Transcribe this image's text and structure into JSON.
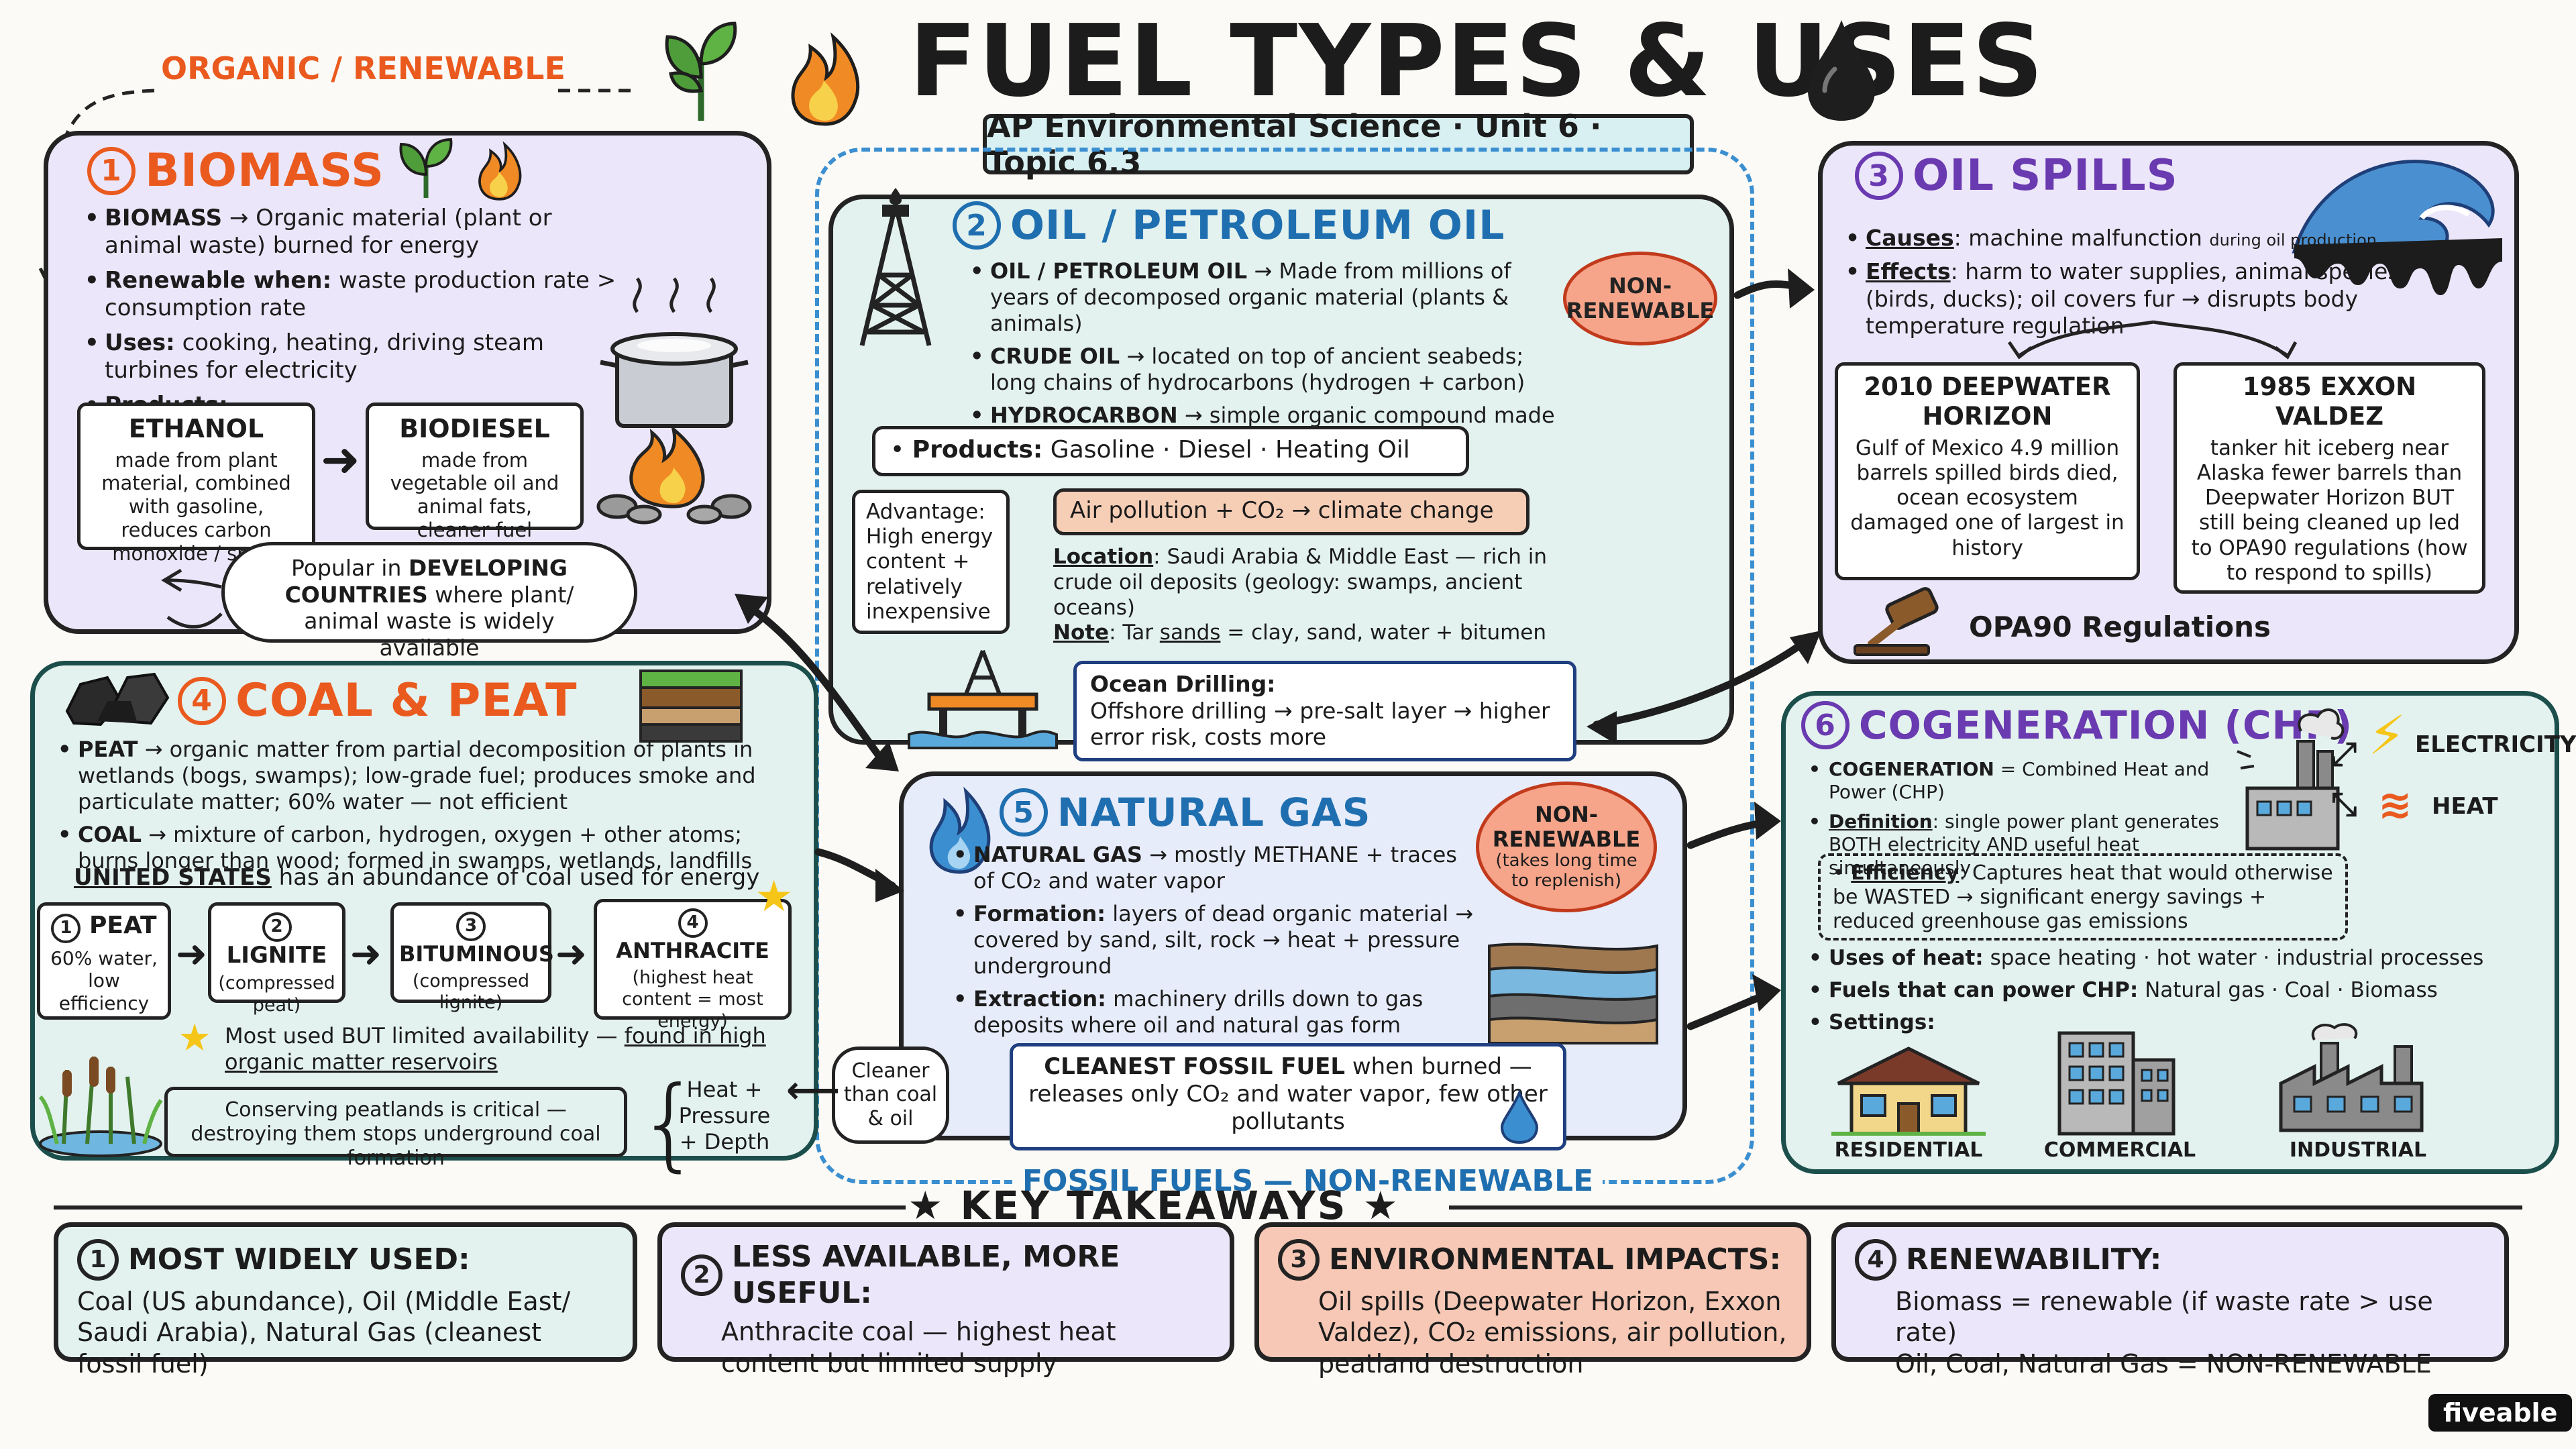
{
  "title": "FUEL TYPES & USES",
  "subtitle": "AP Environmental Science · Unit 6 · Topic 6.3",
  "organic_label": "ORGANIC / RENEWABLE",
  "fossil_label": "FOSSIL FUELS — NON-RENEWABLE",
  "biomass": {
    "num": "1",
    "title": "BIOMASS",
    "b1_term": "BIOMASS",
    "b1_rest": "→ Organic material (plant or animal waste) burned for energy",
    "b2_term": "Renewable when:",
    "b2_rest": "waste production rate > consumption rate",
    "b3_term": "Uses:",
    "b3_rest": "cooking, heating, driving steam turbines for electricity",
    "b4_term": "Products:",
    "ethanol_title": "ETHANOL",
    "ethanol_text": "made from plant material, combined with gasoline, reduces carbon monoxide / smog",
    "biodiesel_title": "BIODIESEL",
    "biodiesel_text": "made from vegetable oil and animal fats, cleaner fuel",
    "cloud_a": "Popular in",
    "cloud_b": "DEVELOPING COUNTRIES",
    "cloud_c": "where plant/ animal waste is widely available"
  },
  "oil": {
    "num": "2",
    "title": "OIL / PETROLEUM OIL",
    "badge": "NON-RENEWABLE",
    "l1_term": "OIL / PETROLEUM OIL",
    "l1_rest": "→ Made from millions of years of decomposed organic material (plants & animals)",
    "l2_term": "CRUDE OIL",
    "l2_rest": "→ located on top of ancient seabeds; long chains of hydrocarbons (hydrogen + carbon)",
    "l3_term": "HYDROCARBON",
    "l3_rest": "→ simple organic compound made of ONLY hydrogen and carbon",
    "products_label": "Products:",
    "products": "Gasoline · Diesel · Heating Oil",
    "advantage": "Advantage: High energy content + relatively inexpensive",
    "air": "Air pollution + CO₂ → climate change",
    "loc_term": "Location",
    "loc_rest": ": Saudi Arabia & Middle East — rich in crude oil deposits (geology: swamps, ancient oceans)",
    "note_term": "Note",
    "note_mid": ": Tar ",
    "note_u": "sands",
    "note_rest": " = clay, sand, water + bitumen",
    "ocean_title": "Ocean Drilling:",
    "ocean_text": "Offshore drilling → pre-salt layer → higher error risk, costs more"
  },
  "spills": {
    "num": "3",
    "title": "OIL SPILLS",
    "c_term": "Causes",
    "c_rest": ": machine malfunction",
    "c_small": "during oil production",
    "e_term": "Effects",
    "e_rest": ": harm to water supplies, animal species (birds, ducks); oil covers fur → disrupts body temperature regulation",
    "dh_title": "2010 DEEPWATER HORIZON",
    "dh_text": "Gulf of Mexico 4.9 million barrels spilled birds died, ocean ecosystem damaged one of largest in history",
    "ev_title": "1985 EXXON VALDEZ",
    "ev_text": "tanker hit iceberg near Alaska fewer barrels than Deepwater Horizon BUT still being cleaned up led to OPA90 regulations (how to respond to spills)",
    "opa": "OPA90 Regulations"
  },
  "coal": {
    "num": "4",
    "title": "COAL & PEAT",
    "p_term": "PEAT",
    "p_rest": "→ organic matter from partial decomposition of plants in wetlands (bogs, swamps); low-grade fuel; produces smoke and particulate matter; 60% water — not efficient",
    "c_term": "COAL",
    "c_rest": "→ mixture of carbon, hydrogen, oxygen + other atoms; burns longer than wood; formed in swamps, wetlands, landfills",
    "us": "UNITED STATES",
    "us_rest": "has an abundance of coal used for energy",
    "s1_t": "PEAT",
    "s1": "60% water, low efficiency",
    "s2_t": "LIGNITE",
    "s2": "(compressed peat)",
    "s3_t": "BITUMINOUS",
    "s3": "(compressed lignite)",
    "s4_t": "ANTHRACITE",
    "s4": "(highest heat content = most energy)",
    "most": "Most used BUT limited availability —",
    "most_u": "found in high organic matter reservoirs",
    "conserve": "Conserving peatlands is critical — destroying them stops underground coal formation",
    "heat": "Heat + Pressure + Depth"
  },
  "gas": {
    "num": "5",
    "title": "NATURAL GAS",
    "badge": "NON-RENEWABLE",
    "badge_sub": "(takes long time to replenish)",
    "g1_term": "NATURAL GAS",
    "g1_rest": "→ mostly METHANE + traces of CO₂ and water vapor",
    "g2_term": "Formation:",
    "g2_rest": "layers of dead organic material → covered by sand, silt, rock → heat + pressure underground",
    "g3_term": "Extraction:",
    "g3_rest": "machinery drills down to gas deposits where oil and natural gas form",
    "clean_title": "CLEANEST FOSSIL FUEL",
    "clean_rest": "when burned — releases only CO₂ and water vapor, few other pollutants",
    "cleaner": "Cleaner than coal & oil"
  },
  "chp": {
    "num": "6",
    "title": "COGENERATION (CHP)",
    "electricity": "ELECTRICITY",
    "heat": "HEAT",
    "l1_term": "COGENERATION",
    "l1_rest": "= Combined Heat and Power (CHP)",
    "l2_term": "Definition",
    "l2_rest": ": single power plant generates BOTH electricity AND useful heat simultaneously",
    "eff_term": "Efficiency",
    "eff_rest": ": Captures heat that would otherwise be WASTED → significant energy savings + reduced greenhouse gas emissions",
    "uses_term": "Uses of heat:",
    "uses_rest": "space heating · hot water · industrial processes",
    "fuels_term": "Fuels that can power CHP:",
    "fuels_rest": "Natural gas · Coal · Biomass",
    "settings": "Settings:",
    "s_res": "RESIDENTIAL",
    "s_com": "COMMERCIAL",
    "s_ind": "INDUSTRIAL"
  },
  "takeaways": {
    "title": "KEY TAKEAWAYS",
    "t1_num": "1",
    "t1_h": "MOST WIDELY USED:",
    "t1": "Coal (US abundance), Oil (Middle East/ Saudi Arabia), Natural Gas (cleanest fossil fuel)",
    "t2_num": "2",
    "t2_h": "LESS AVAILABLE, MORE USEFUL:",
    "t2": "Anthracite coal — highest heat content but limited supply",
    "t3_num": "3",
    "t3_h": "ENVIRONMENTAL IMPACTS:",
    "t3": "Oil spills (Deepwater Horizon, Exxon Valdez), CO₂ emissions, air pollution, peatland destruction",
    "t4_num": "4",
    "t4_h": "RENEWABILITY:",
    "t4a": "Biomass = renewable (if waste rate > use rate)",
    "t4b": "Oil, Coal, Natural Gas = NON-RENEWABLE"
  },
  "brand": "fiveable",
  "colors": {
    "orange": "#ea5a1f",
    "blue": "#1f6fb0",
    "violet": "#6a3ab0",
    "teal": "#1c4f4b"
  }
}
